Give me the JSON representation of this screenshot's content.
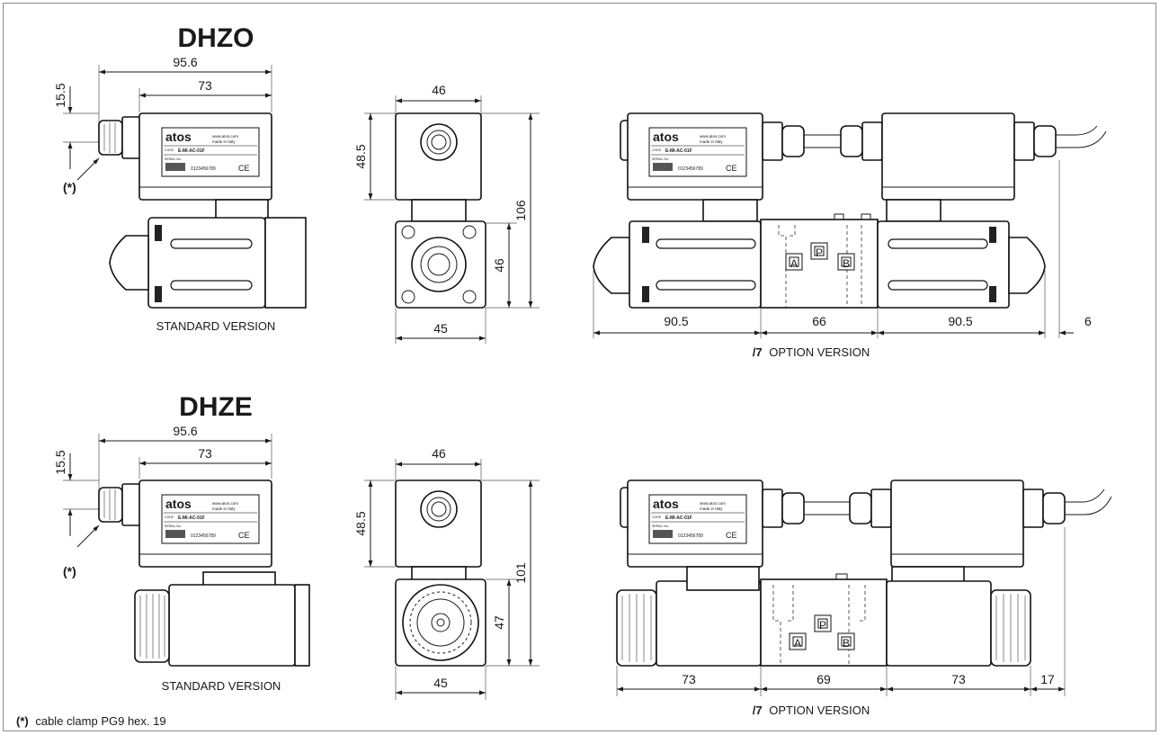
{
  "sections": [
    {
      "title": "DHZO",
      "standard": {
        "dim_overall": "95.6",
        "dim_box": "73",
        "dim_height": "15.5",
        "clamp_marker": "(*)",
        "caption": "STANDARD VERSION"
      },
      "end_view": {
        "dim_top": "46",
        "dim_upper": "48.5",
        "dim_total": "106",
        "dim_lower": "46",
        "dim_bottom": "45"
      },
      "option": {
        "dim_left": "90.5",
        "dim_center": "66",
        "dim_right": "90.5",
        "dim_extra": "6",
        "caption_prefix": "/7",
        "caption_text": "OPTION VERSION",
        "port_a": "A",
        "port_p": "P",
        "port_b": "B"
      }
    },
    {
      "title": "DHZE",
      "standard": {
        "dim_overall": "95.6",
        "dim_box": "73",
        "dim_height": "15.5",
        "clamp_marker": "(*)",
        "caption": "STANDARD VERSION"
      },
      "end_view": {
        "dim_top": "46",
        "dim_upper": "48.5",
        "dim_total": "101",
        "dim_lower": "47",
        "dim_bottom": "45"
      },
      "option": {
        "dim_left": "73",
        "dim_center": "69",
        "dim_right": "73",
        "dim_extra": "17",
        "caption_prefix": "/7",
        "caption_text": "OPTION VERSION",
        "port_a": "A",
        "port_p": "P",
        "port_b": "B"
      }
    }
  ],
  "label": {
    "brand": "atos",
    "web": "www.atos.com",
    "made": "made in Italy",
    "code_label": "CODE",
    "code": "E-MI-AC-01F",
    "serial_label": "SERIAL No.",
    "serial": "0123456789",
    "ce": "CE"
  },
  "footnote": {
    "marker": "(*)",
    "text": "cable clamp PG9 hex. 19"
  }
}
